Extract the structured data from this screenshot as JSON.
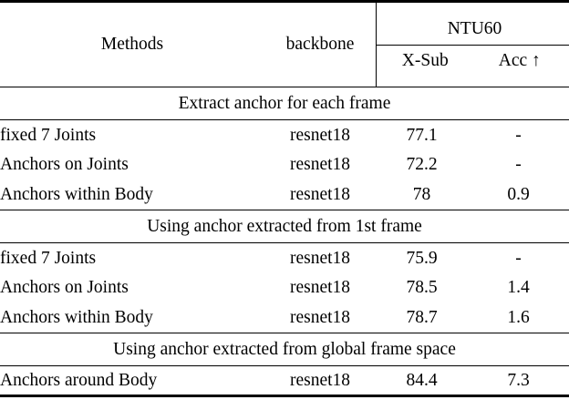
{
  "table": {
    "columns": {
      "methods_label": "Methods",
      "backbone_label": "backbone",
      "group_label": "NTU60",
      "sub_xsub_label": "X-Sub",
      "sub_acc_label": "Acc ↑"
    },
    "sections": [
      {
        "title": "Extract anchor for each frame",
        "rows": [
          {
            "method": "fixed 7 Joints",
            "backbone": "resnet18",
            "x_sub": "77.1",
            "acc": "-"
          },
          {
            "method": "Anchors on Joints",
            "backbone": "resnet18",
            "x_sub": "72.2",
            "acc": "-"
          },
          {
            "method": "Anchors within Body",
            "backbone": "resnet18",
            "x_sub": "78",
            "acc": "0.9"
          }
        ]
      },
      {
        "title": "Using anchor extracted from 1st frame",
        "rows": [
          {
            "method": "fixed 7 Joints",
            "backbone": "resnet18",
            "x_sub": "75.9",
            "acc": "-"
          },
          {
            "method": "Anchors on Joints",
            "backbone": "resnet18",
            "x_sub": "78.5",
            "acc": "1.4"
          },
          {
            "method": "Anchors within Body",
            "backbone": "resnet18",
            "x_sub": "78.7",
            "acc": "1.6"
          }
        ]
      },
      {
        "title": "Using anchor extracted from global frame space",
        "rows": [
          {
            "method": "Anchors around Body",
            "backbone": "resnet18",
            "x_sub": "84.4",
            "acc": "7.3"
          }
        ]
      }
    ]
  }
}
